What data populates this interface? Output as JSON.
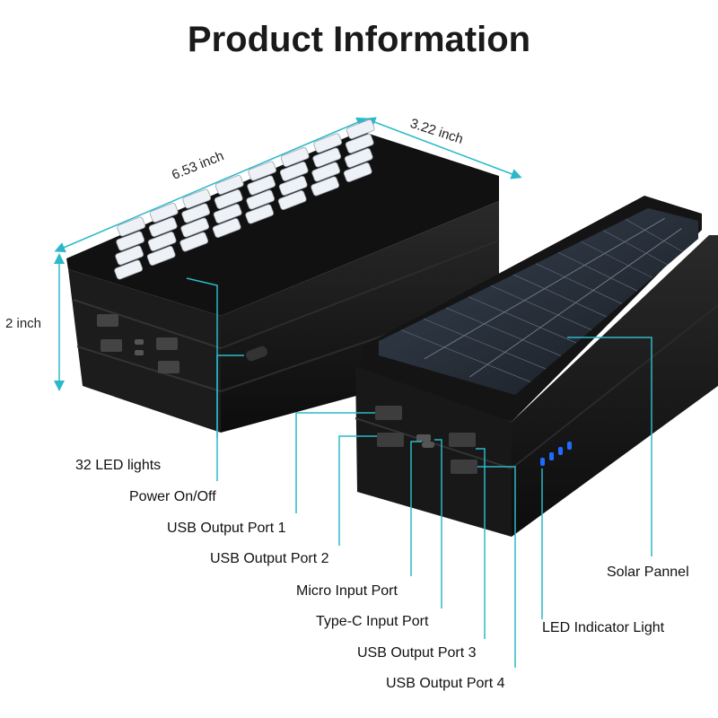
{
  "title": "Product Information",
  "dimensions": {
    "length": "6.53 inch",
    "width": "3.22 inch",
    "height": "2 inch"
  },
  "labels": {
    "led_lights": "32 LED lights",
    "power": "Power On/Off",
    "usb1": "USB Output Port 1",
    "usb2": "USB Output Port 2",
    "micro": "Micro Input Port",
    "typec": "Type-C Input Port",
    "usb3": "USB Output Port 3",
    "usb4": "USB Output Port 4",
    "solar": "Solar Pannel",
    "indicator": "LED Indicator Light"
  },
  "colors": {
    "callout": "#2bb8c9",
    "device": "#111111",
    "led": "#eef2f6",
    "indicator": "#1e6cff"
  },
  "led_count": 32
}
